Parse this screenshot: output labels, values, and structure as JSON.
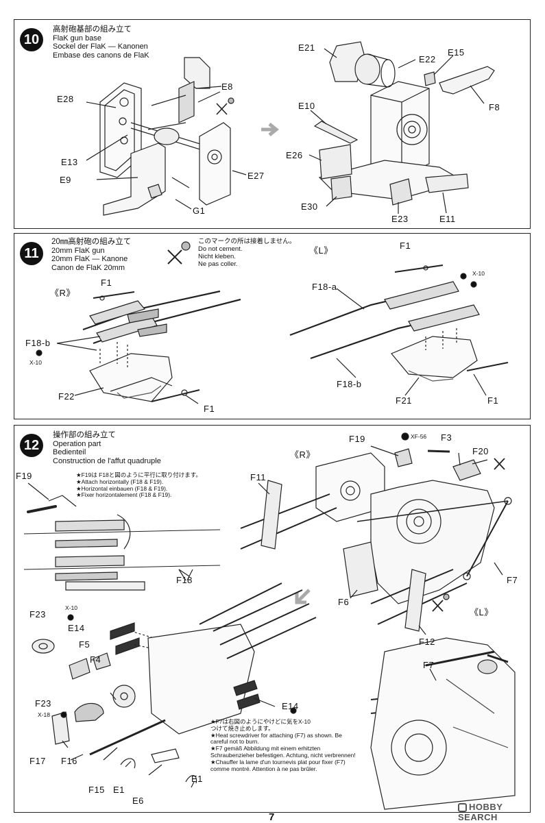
{
  "page_number": "7",
  "watermark": "HOBBY SEARCH",
  "step10": {
    "number": "10",
    "title_jp": "高射砲基部の組み立て",
    "title_en": "FlaK gun base",
    "title_de": "Sockel der FlaK — Kanonen",
    "title_fr": "Embase des canons de FlaK",
    "left_parts": [
      "E28",
      "E8",
      "E13",
      "E9",
      "E27",
      "G1"
    ],
    "right_parts": [
      "E21",
      "E22",
      "E15",
      "F8",
      "E10",
      "E26",
      "E30",
      "E23",
      "E11"
    ]
  },
  "step11": {
    "number": "11",
    "title_jp": "20㎜高射砲の組み立て",
    "title_en": "20mm FlaK gun",
    "title_de": "20mm FlaK — Kanone",
    "title_fr": "Canon de FlaK 20mm",
    "no_cement_jp": "このマークの所は接着しません。",
    "no_cement_en": "Do not cement.",
    "no_cement_de": "Nicht kleben.",
    "no_cement_fr": "Ne pas coller.",
    "right_side": "《R》",
    "left_side": "《L》",
    "parts": {
      "f1": "F1",
      "f18b": "F18-b",
      "f18a": "F18-a",
      "f22": "F22",
      "f21": "F21",
      "x10": "X-10"
    }
  },
  "step12": {
    "number": "12",
    "title_jp": "操作部の組み立て",
    "title_en": "Operation part",
    "title_de": "Bedienteil",
    "title_fr": "Construction de l'affut quadruple",
    "note_f19_jp": "★F19は F18と図のように平行に取り付けます。",
    "note_f19_en": "★Attach horizontally (F18 & F19).",
    "note_f19_de": "★Horizontal einbauen (F18 & F19).",
    "note_f19_fr": "★Fixer horizontalement (F18 & F19).",
    "note_f7_jp1": "★F7は右図のようにやけどに気を",
    "note_f7_jp2": "つけて焼き止めします。",
    "note_f7_en": "★Heat screwdriver for attaching (F7) as shown. Be careful not to burn.",
    "note_f7_de": "★F7 gemäß Abbildung mit einem erhitzten Schraubenzieher befestigen. Achtung, nicht verbrennen!",
    "note_f7_fr": "★Chauffer la lame d'un tournevis plat pour fixer (F7) comme montré. Attention à ne pas brûler.",
    "right_side": "《R》",
    "left_side": "《L》",
    "parts": {
      "f19a": "F19",
      "f18": "F18",
      "f11": "F11",
      "f19b": "F19",
      "xf56": "XF-56",
      "f3": "F3",
      "f20": "F20",
      "f6": "F6",
      "f7a": "F7",
      "f12": "F12",
      "f23a": "F23",
      "x10a": "X-10",
      "e14a": "E14",
      "f5": "F5",
      "f4": "F4",
      "f23b": "F23",
      "x18": "X-18",
      "f17": "F17",
      "f16": "F16",
      "f15": "F15",
      "e1a": "E1",
      "e6": "E6",
      "e1b": "E1",
      "e14b": "E14",
      "x10b": "X-10",
      "f7b": "F7"
    }
  }
}
